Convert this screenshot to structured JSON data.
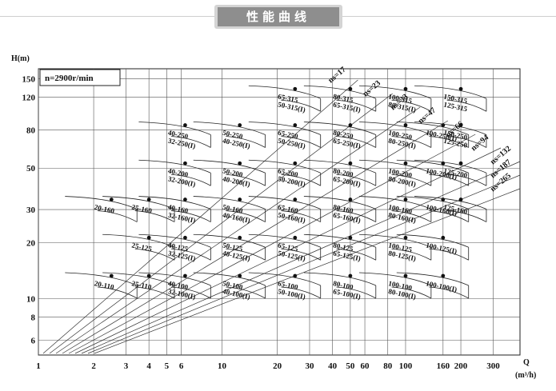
{
  "banner": {
    "title": "性能曲线"
  },
  "chart_data": {
    "type": "line",
    "title": "性能曲线",
    "speed_label": "n=2900r/min",
    "xlabel": "Q",
    "xunit": "(m³/h)",
    "ylabel": "H(m)",
    "xscale": "log",
    "yscale": "log",
    "xlim": [
      1,
      420
    ],
    "ylim": [
      5,
      170
    ],
    "grid": true,
    "x_ticks": [
      "1",
      "2",
      "3",
      "4",
      "5",
      "6",
      "10",
      "20",
      "30",
      "40",
      "50",
      "60",
      "80",
      "100",
      "160",
      "200",
      "300"
    ],
    "y_ticks": [
      "150",
      "120",
      "80",
      "50",
      "30",
      "20",
      "10",
      "8",
      "6"
    ],
    "ns_lines": [
      {
        "label": "ns=17",
        "end_q": 55
      },
      {
        "label": "ns=23",
        "end_q": 85
      },
      {
        "label": "ns=33",
        "end_q": 120
      },
      {
        "label": "ns=47",
        "end_q": 170
      },
      {
        "label": "ns=66",
        "end_q": 240
      },
      {
        "label": "ns=94",
        "end_q": 330
      },
      {
        "label": "ns=132",
        "end_q": 420
      },
      {
        "label": "ns=187",
        "end_q": 420
      },
      {
        "label": "ns=265",
        "end_q": 420
      }
    ],
    "series": [
      {
        "name": "65-315 / 50-315(I)",
        "q": 25,
        "h": 125
      },
      {
        "name": "80-315 / 65-315(I)",
        "q": 50,
        "h": 125
      },
      {
        "name": "100-315 / 80-315(I)",
        "q": 100,
        "h": 125
      },
      {
        "name": "150-315 / 125-315",
        "q": 200,
        "h": 125
      },
      {
        "name": "40-250 / 32-250(I)",
        "q": 6.3,
        "h": 80
      },
      {
        "name": "50-250 / 40-250(I)",
        "q": 12.5,
        "h": 80
      },
      {
        "name": "65-250 / 50-250(I)",
        "q": 25,
        "h": 80
      },
      {
        "name": "80-250 / 65-250(I)",
        "q": 50,
        "h": 80
      },
      {
        "name": "100-250 / 80-250(I)",
        "q": 100,
        "h": 80
      },
      {
        "name": "100-250(I)",
        "q": 160,
        "h": 80
      },
      {
        "name": "150-250 / 125-250",
        "q": 200,
        "h": 80
      },
      {
        "name": "40-200 / 32-200(I)",
        "q": 6.3,
        "h": 50
      },
      {
        "name": "50-200 / 40-200(I)",
        "q": 12.5,
        "h": 50
      },
      {
        "name": "65-200 / 50-200(I)",
        "q": 25,
        "h": 50
      },
      {
        "name": "80-200 / 65-200(I)",
        "q": 50,
        "h": 50
      },
      {
        "name": "100-200 / 80-200(I)",
        "q": 100,
        "h": 50
      },
      {
        "name": "100-200(I)",
        "q": 160,
        "h": 50
      },
      {
        "name": "125-200",
        "q": 200,
        "h": 50
      },
      {
        "name": "20-160",
        "q": 2.5,
        "h": 32
      },
      {
        "name": "25-160",
        "q": 4,
        "h": 32
      },
      {
        "name": "40-160 / 32-160(I)",
        "q": 6.3,
        "h": 32
      },
      {
        "name": "50-160 / 40-160(I)",
        "q": 12.5,
        "h": 32
      },
      {
        "name": "65-160 / 50-160(I)",
        "q": 25,
        "h": 32
      },
      {
        "name": "80-160 / 65-160(I)",
        "q": 50,
        "h": 32
      },
      {
        "name": "100-160 / 80-160(I)",
        "q": 100,
        "h": 32
      },
      {
        "name": "100-160(I)",
        "q": 160,
        "h": 32
      },
      {
        "name": "125-160",
        "q": 200,
        "h": 32
      },
      {
        "name": "25-125",
        "q": 4,
        "h": 20
      },
      {
        "name": "40-125 / 32-125(I)",
        "q": 6.3,
        "h": 20
      },
      {
        "name": "50-125 / 40-125(I)",
        "q": 12.5,
        "h": 20
      },
      {
        "name": "65-125 / 50-125(I)",
        "q": 25,
        "h": 20
      },
      {
        "name": "80-125 / 65-125(I)",
        "q": 50,
        "h": 20
      },
      {
        "name": "100-125 / 80-125(I)",
        "q": 100,
        "h": 20
      },
      {
        "name": "100-125(I)",
        "q": 160,
        "h": 20
      },
      {
        "name": "20-110",
        "q": 2.5,
        "h": 12.5
      },
      {
        "name": "25-110",
        "q": 4,
        "h": 12.5
      },
      {
        "name": "40-100 / 32-100(I)",
        "q": 6.3,
        "h": 12.5
      },
      {
        "name": "50-100 / 40-100(I)",
        "q": 12.5,
        "h": 12.5
      },
      {
        "name": "65-100 / 50-100(I)",
        "q": 25,
        "h": 12.5
      },
      {
        "name": "80-100 / 65-100(I)",
        "q": 50,
        "h": 12.5
      },
      {
        "name": "100-100 / 80-100(I)",
        "q": 100,
        "h": 12.5
      },
      {
        "name": "100-100(I)",
        "q": 160,
        "h": 12.5
      }
    ]
  }
}
